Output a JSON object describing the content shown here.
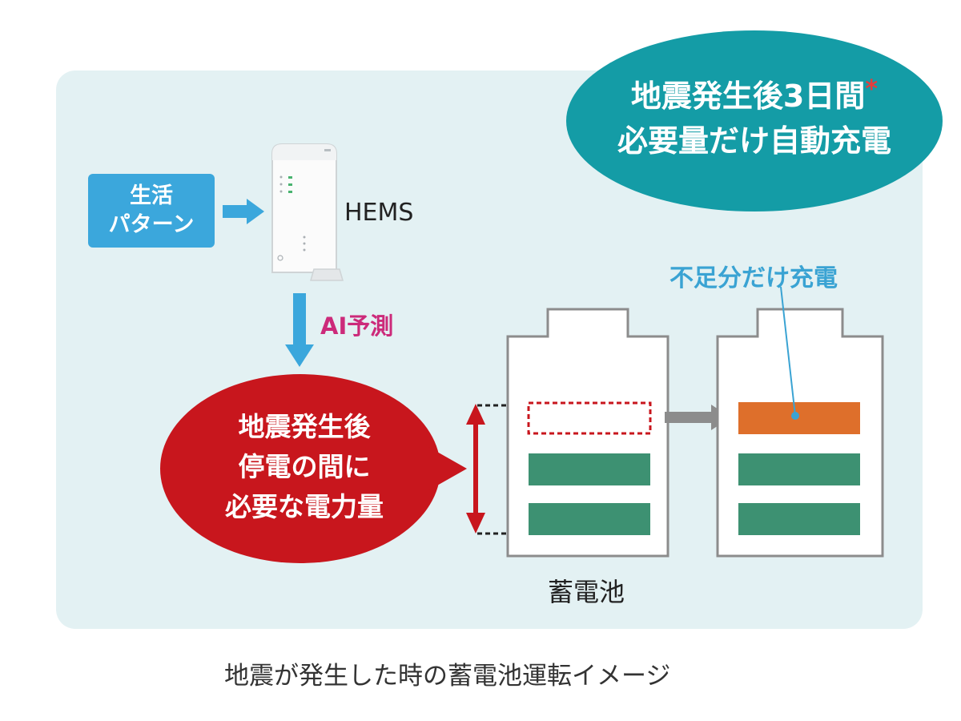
{
  "title_bubble": {
    "line1": "地震発生後3日間",
    "asterisk": "*",
    "line2": "必要量だけ自動充電"
  },
  "life_pattern": {
    "line1": "生活",
    "line2": "パターン"
  },
  "hems_label": "HEMS",
  "ai_label": "AI予測",
  "need_bubble": {
    "line1": "地震発生後",
    "line2": "停電の間に",
    "line3": "必要な電力量"
  },
  "battery_label": "蓄電池",
  "shortfall_label": "不足分だけ充電",
  "caption": "地震が発生した時の蓄電池運転イメージ",
  "colors": {
    "panel_bg": "#e3f1f3",
    "teal": "#149ca6",
    "blue": "#3ba7dc",
    "red": "#c8161d",
    "green": "#3d9172",
    "orange": "#de6f2b",
    "magenta": "#cc2a7a"
  }
}
